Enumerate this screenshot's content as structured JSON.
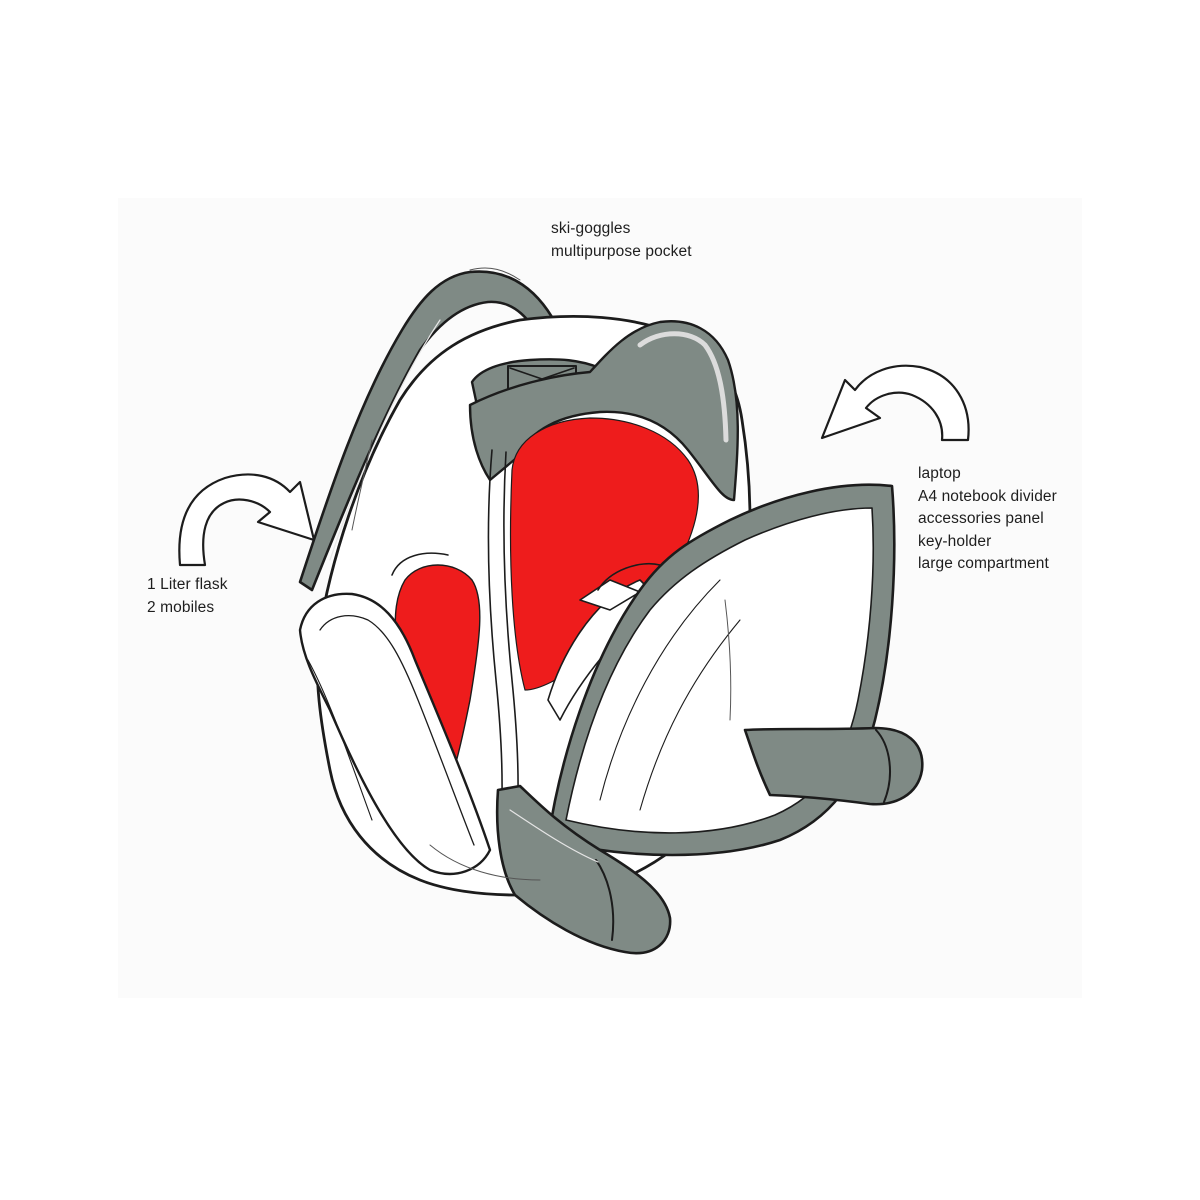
{
  "annotations": {
    "top": {
      "lines": [
        "ski-goggles",
        "multipurpose pocket"
      ]
    },
    "right": {
      "lines": [
        "laptop",
        "A4 notebook divider",
        "accessories panel",
        "key-holder",
        "large compartment"
      ]
    },
    "left": {
      "lines": [
        "1 Liter flask",
        "2 mobiles"
      ]
    }
  },
  "colors": {
    "background": "#ffffff",
    "paper": "#fbfbfb",
    "strap_gray": "#7f8a85",
    "interior_red": "#ee1c1c",
    "body_white": "#ffffff",
    "outline": "#1c1c1c",
    "text": "#1e1e1e"
  },
  "icons": [
    "rotate-left-arrow-icon",
    "rotate-right-arrow-icon"
  ]
}
